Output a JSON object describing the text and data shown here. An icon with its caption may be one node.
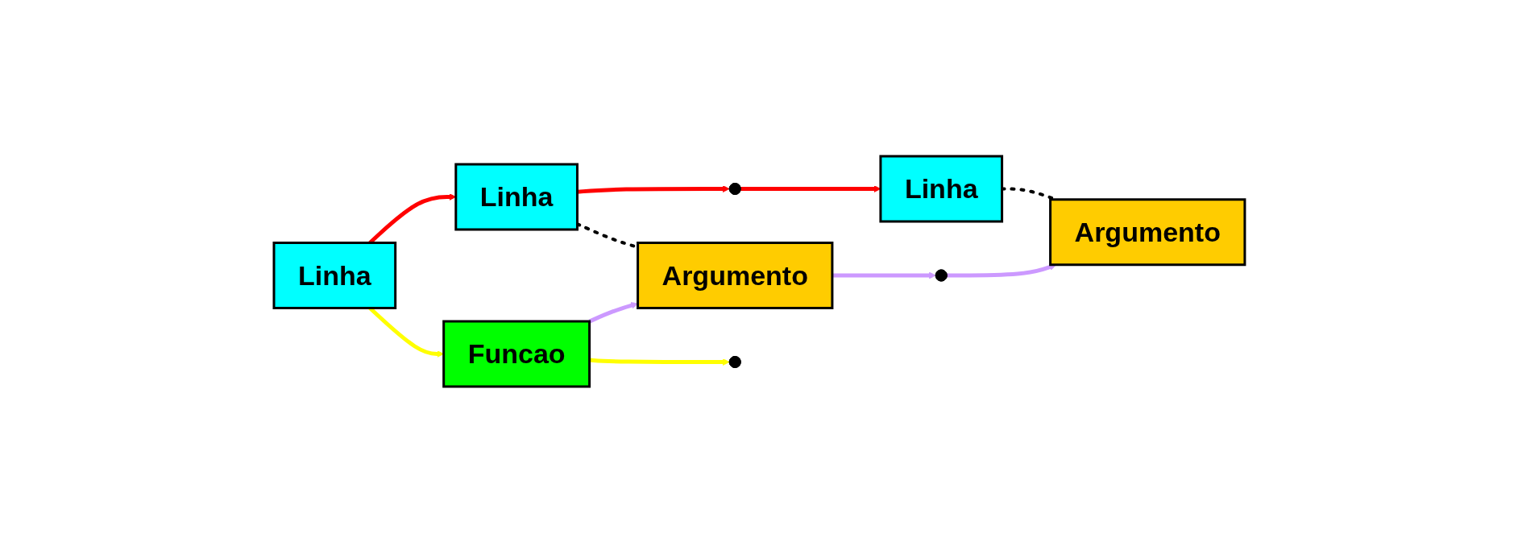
{
  "diagram": {
    "nodes": [
      {
        "text": [
          "Linha"
        ]
      },
      {
        "text": [
          "Linha"
        ]
      },
      {
        "text": [],
        "shape": "dots"
      },
      {
        "text": [
          "Linha"
        ]
      },
      {
        "text": [
          "Funcao"
        ]
      },
      {
        "text": [
          "Argumento"
        ]
      },
      {
        "text": [],
        "shape": "dots"
      },
      {
        "text": [
          "Argumento"
        ]
      },
      {
        "text": [],
        "shape": "dots"
      }
    ],
    "edges": [
      {
        "from": 0,
        "to": 1,
        "arrow": "to",
        "color": "#ff0000"
      },
      {
        "from": 1,
        "to": 2,
        "arrow": "to",
        "color": "#ff0000"
      },
      {
        "from": 2,
        "to": 3,
        "arrow": "to",
        "color": "#ff0000"
      },
      {
        "from": 0,
        "to": 4,
        "arrow": "to",
        "color": "#ffff00"
      },
      {
        "from": 1,
        "to": 5,
        "arrow": "none",
        "style": "dashed",
        "color": "#000000"
      },
      {
        "from": 3,
        "to": 7,
        "arrow": "none",
        "style": "dashed",
        "color": "#000000"
      },
      {
        "from": 4,
        "to": 5,
        "arrow": "to",
        "color": "#cc99ff"
      },
      {
        "from": 5,
        "to": 6,
        "arrow": "to",
        "color": "#cc99ff"
      },
      {
        "from": 6,
        "to": 7,
        "arrow": "to",
        "color": "#cc99ff"
      },
      {
        "from": 4,
        "to": 8,
        "arrow": "to",
        "color": "#ffff00"
      }
    ]
  }
}
